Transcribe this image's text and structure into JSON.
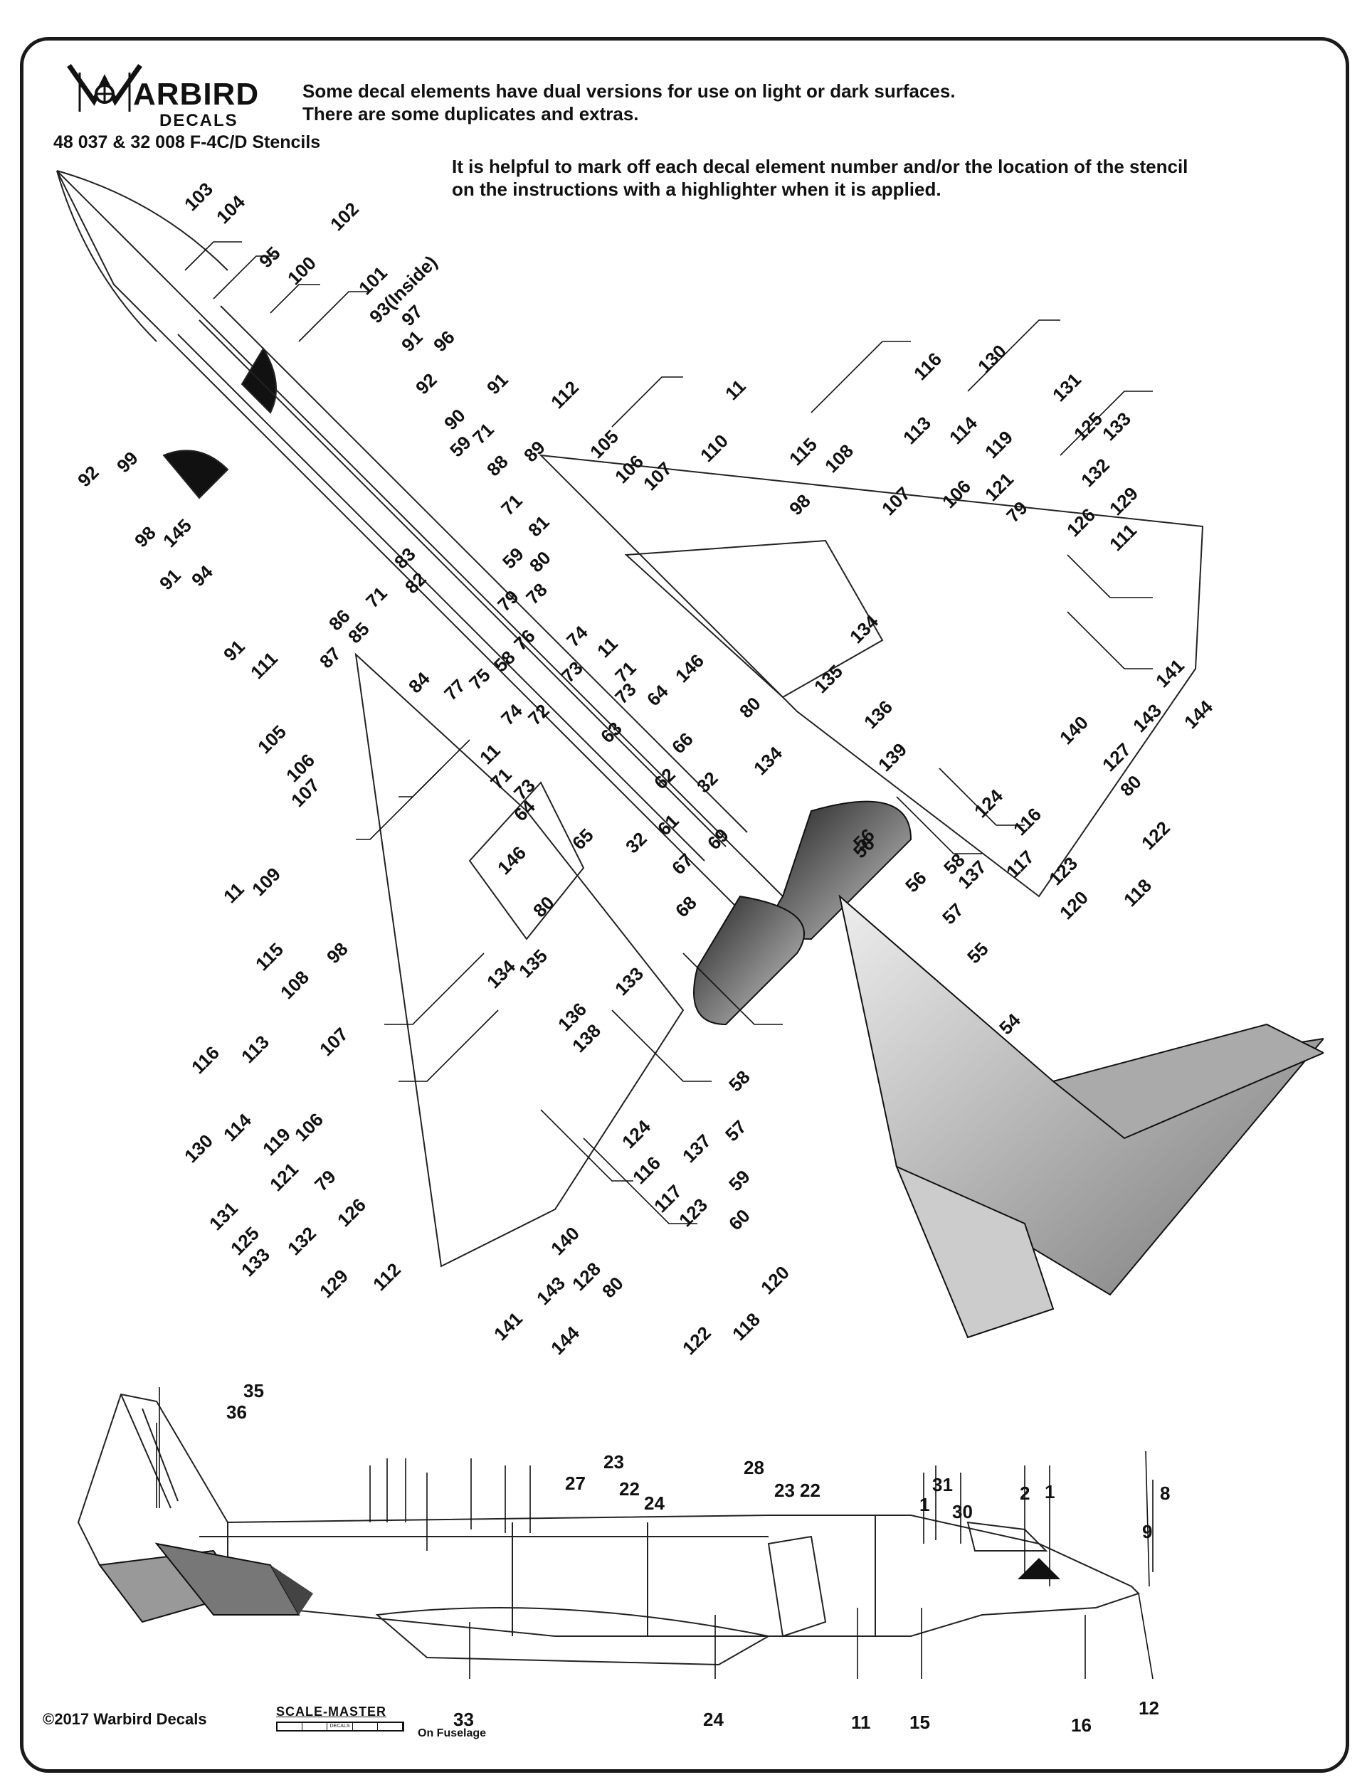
{
  "header": {
    "logo_word": "ARBIRD",
    "logo_sub": "DECALS",
    "subtitle": "48 037 & 32 008 F-4C/D Stencils",
    "note1_line1": "Some decal elements have dual versions for use on light or dark surfaces.",
    "note1_line2": "There are some duplicates and extras.",
    "note2_line1": "It is helpful to mark off each decal element number and/or the location of the stencil",
    "note2_line2": "on the instructions with a highlighter when it is applied."
  },
  "plan_labels": [
    {
      "id": "103",
      "t": "103"
    },
    {
      "id": "104",
      "t": "104"
    },
    {
      "id": "95",
      "t": "95"
    },
    {
      "id": "100",
      "t": "100"
    },
    {
      "id": "102",
      "t": "102"
    },
    {
      "id": "101",
      "t": "101"
    },
    {
      "id": "93",
      "t": "93(Inside)"
    },
    {
      "id": "97",
      "t": "97"
    },
    {
      "id": "91a",
      "t": "91"
    },
    {
      "id": "96",
      "t": "96"
    },
    {
      "id": "92a",
      "t": "92"
    },
    {
      "id": "91b",
      "t": "91"
    },
    {
      "id": "92b",
      "t": "92"
    },
    {
      "id": "99",
      "t": "99"
    },
    {
      "id": "112a",
      "t": "112"
    },
    {
      "id": "11a",
      "t": "11"
    },
    {
      "id": "116a",
      "t": "116"
    },
    {
      "id": "130a",
      "t": "130"
    },
    {
      "id": "131a",
      "t": "131"
    },
    {
      "id": "125a",
      "t": "125"
    },
    {
      "id": "133a",
      "t": "133"
    },
    {
      "id": "132a",
      "t": "132"
    },
    {
      "id": "129a",
      "t": "129"
    },
    {
      "id": "111a",
      "t": "111"
    },
    {
      "id": "98a",
      "t": "98"
    },
    {
      "id": "145",
      "t": "145"
    },
    {
      "id": "94",
      "t": "94"
    },
    {
      "id": "91c",
      "t": "91"
    },
    {
      "id": "91d",
      "t": "91"
    },
    {
      "id": "111b",
      "t": "111"
    },
    {
      "id": "105a",
      "t": "105"
    },
    {
      "id": "106a",
      "t": "106"
    },
    {
      "id": "107a",
      "t": "107"
    },
    {
      "id": "11b",
      "t": "11"
    },
    {
      "id": "109",
      "t": "109"
    },
    {
      "id": "115a",
      "t": "115"
    },
    {
      "id": "108a",
      "t": "108"
    },
    {
      "id": "98b",
      "t": "98"
    },
    {
      "id": "116b",
      "t": "116"
    },
    {
      "id": "113a",
      "t": "113"
    },
    {
      "id": "107b",
      "t": "107"
    },
    {
      "id": "130b",
      "t": "130"
    },
    {
      "id": "114a",
      "t": "114"
    },
    {
      "id": "119a",
      "t": "119"
    },
    {
      "id": "106b",
      "t": "106"
    },
    {
      "id": "131b",
      "t": "131"
    },
    {
      "id": "121a",
      "t": "121"
    },
    {
      "id": "125b",
      "t": "125"
    },
    {
      "id": "79a",
      "t": "79"
    },
    {
      "id": "133b",
      "t": "133"
    },
    {
      "id": "132b",
      "t": "132"
    },
    {
      "id": "126a",
      "t": "126"
    },
    {
      "id": "129b",
      "t": "129"
    },
    {
      "id": "112b",
      "t": "112"
    },
    {
      "id": "141a",
      "t": "141"
    },
    {
      "id": "144a",
      "t": "144"
    },
    {
      "id": "143a",
      "t": "143"
    },
    {
      "id": "128",
      "t": "128"
    },
    {
      "id": "80a",
      "t": "80"
    },
    {
      "id": "140a",
      "t": "140"
    },
    {
      "id": "122a",
      "t": "122"
    },
    {
      "id": "118a",
      "t": "118"
    },
    {
      "id": "120a",
      "t": "120"
    },
    {
      "id": "54",
      "t": "54"
    },
    {
      "id": "55",
      "t": "55"
    },
    {
      "id": "56a",
      "t": "56"
    },
    {
      "id": "57a",
      "t": "57"
    },
    {
      "id": "56b",
      "t": "56"
    },
    {
      "id": "58a",
      "t": "58"
    },
    {
      "id": "137a",
      "t": "137"
    },
    {
      "id": "123a",
      "t": "123"
    },
    {
      "id": "120b",
      "t": "120"
    },
    {
      "id": "118b",
      "t": "118"
    },
    {
      "id": "122b",
      "t": "122"
    },
    {
      "id": "80b",
      "t": "80"
    },
    {
      "id": "144b",
      "t": "144"
    },
    {
      "id": "141b",
      "t": "141"
    },
    {
      "id": "140b",
      "t": "140"
    },
    {
      "id": "127",
      "t": "127"
    },
    {
      "id": "143b",
      "t": "143"
    },
    {
      "id": "124a",
      "t": "124"
    },
    {
      "id": "116c",
      "t": "116"
    },
    {
      "id": "117a",
      "t": "117"
    },
    {
      "id": "139",
      "t": "139"
    },
    {
      "id": "136a",
      "t": "136"
    },
    {
      "id": "134a",
      "t": "134"
    },
    {
      "id": "135a",
      "t": "135"
    },
    {
      "id": "56c",
      "t": "56"
    },
    {
      "id": "58b",
      "t": "58"
    },
    {
      "id": "57b",
      "t": "57"
    },
    {
      "id": "59a",
      "t": "59"
    },
    {
      "id": "60",
      "t": "60"
    },
    {
      "id": "138",
      "t": "138"
    },
    {
      "id": "124b",
      "t": "124"
    },
    {
      "id": "116d",
      "t": "116"
    },
    {
      "id": "117b",
      "t": "117"
    },
    {
      "id": "123b",
      "t": "123"
    },
    {
      "id": "137b",
      "t": "137"
    },
    {
      "id": "136b",
      "t": "136"
    },
    {
      "id": "133c",
      "t": "133"
    },
    {
      "id": "134b",
      "t": "134"
    },
    {
      "id": "135b",
      "t": "135"
    },
    {
      "id": "68",
      "t": "68"
    },
    {
      "id": "67",
      "t": "67"
    },
    {
      "id": "69",
      "t": "69"
    },
    {
      "id": "65",
      "t": "65"
    },
    {
      "id": "32a",
      "t": "32"
    },
    {
      "id": "61",
      "t": "61"
    },
    {
      "id": "32b",
      "t": "32"
    },
    {
      "id": "62",
      "t": "62"
    },
    {
      "id": "66",
      "t": "66"
    },
    {
      "id": "63",
      "t": "63"
    },
    {
      "id": "64a",
      "t": "64"
    },
    {
      "id": "146a",
      "t": "146"
    },
    {
      "id": "146b",
      "t": "146"
    },
    {
      "id": "80c",
      "t": "80"
    },
    {
      "id": "80d",
      "t": "80"
    },
    {
      "id": "134c",
      "t": "134"
    },
    {
      "id": "64b",
      "t": "64"
    },
    {
      "id": "73a",
      "t": "73"
    },
    {
      "id": "71a",
      "t": "71"
    },
    {
      "id": "11c",
      "t": "11"
    },
    {
      "id": "11d",
      "t": "11"
    },
    {
      "id": "71b",
      "t": "71"
    },
    {
      "id": "73b",
      "t": "73"
    },
    {
      "id": "72",
      "t": "72"
    },
    {
      "id": "74a",
      "t": "74"
    },
    {
      "id": "73c",
      "t": "73"
    },
    {
      "id": "74b",
      "t": "74"
    },
    {
      "id": "77",
      "t": "77"
    },
    {
      "id": "75",
      "t": "75"
    },
    {
      "id": "58c",
      "t": "58"
    },
    {
      "id": "76",
      "t": "76"
    },
    {
      "id": "84",
      "t": "84"
    },
    {
      "id": "85",
      "t": "85"
    },
    {
      "id": "87",
      "t": "87"
    },
    {
      "id": "86",
      "t": "86"
    },
    {
      "id": "71c",
      "t": "71"
    },
    {
      "id": "82",
      "t": "82"
    },
    {
      "id": "83",
      "t": "83"
    },
    {
      "id": "78",
      "t": "78"
    },
    {
      "id": "79b",
      "t": "79"
    },
    {
      "id": "80e",
      "t": "80"
    },
    {
      "id": "59b",
      "t": "59"
    },
    {
      "id": "81",
      "t": "81"
    },
    {
      "id": "71d",
      "t": "71"
    },
    {
      "id": "88",
      "t": "88"
    },
    {
      "id": "89",
      "t": "89"
    },
    {
      "id": "59c",
      "t": "59"
    },
    {
      "id": "71e",
      "t": "71"
    },
    {
      "id": "90",
      "t": "90"
    },
    {
      "id": "105b",
      "t": "105"
    },
    {
      "id": "106c",
      "t": "106"
    },
    {
      "id": "107c",
      "t": "107"
    },
    {
      "id": "110",
      "t": "110"
    },
    {
      "id": "115b",
      "t": "115"
    },
    {
      "id": "108b",
      "t": "108"
    },
    {
      "id": "113b",
      "t": "113"
    },
    {
      "id": "114b",
      "t": "114"
    },
    {
      "id": "119b",
      "t": "119"
    },
    {
      "id": "107d",
      "t": "107"
    },
    {
      "id": "106d",
      "t": "106"
    },
    {
      "id": "121b",
      "t": "121"
    },
    {
      "id": "79c",
      "t": "79"
    },
    {
      "id": "126b",
      "t": "126"
    },
    {
      "id": "98c",
      "t": "98"
    }
  ],
  "side_labels": [
    {
      "id": "35",
      "t": "35"
    },
    {
      "id": "36",
      "t": "36"
    },
    {
      "id": "27",
      "t": "27"
    },
    {
      "id": "23a",
      "t": "23"
    },
    {
      "id": "22a",
      "t": "22"
    },
    {
      "id": "24a",
      "t": "24"
    },
    {
      "id": "28",
      "t": "28"
    },
    {
      "id": "23b",
      "t": "23"
    },
    {
      "id": "22b",
      "t": "22"
    },
    {
      "id": "1a",
      "t": "1"
    },
    {
      "id": "31",
      "t": "31"
    },
    {
      "id": "30",
      "t": "30"
    },
    {
      "id": "2",
      "t": "2"
    },
    {
      "id": "1b",
      "t": "1"
    },
    {
      "id": "8",
      "t": "8"
    },
    {
      "id": "9",
      "t": "9"
    },
    {
      "id": "12",
      "t": "12"
    },
    {
      "id": "16",
      "t": "16"
    },
    {
      "id": "15",
      "t": "15"
    },
    {
      "id": "11e",
      "t": "11"
    },
    {
      "id": "24b",
      "t": "24"
    },
    {
      "id": "33",
      "t": "33"
    }
  ],
  "footer": {
    "on_fuselage": "On Fuselage",
    "copyright": "©2017 Warbird Decals",
    "scale_master": "SCALE-MASTER",
    "scale_master_sub": "DECALS"
  }
}
